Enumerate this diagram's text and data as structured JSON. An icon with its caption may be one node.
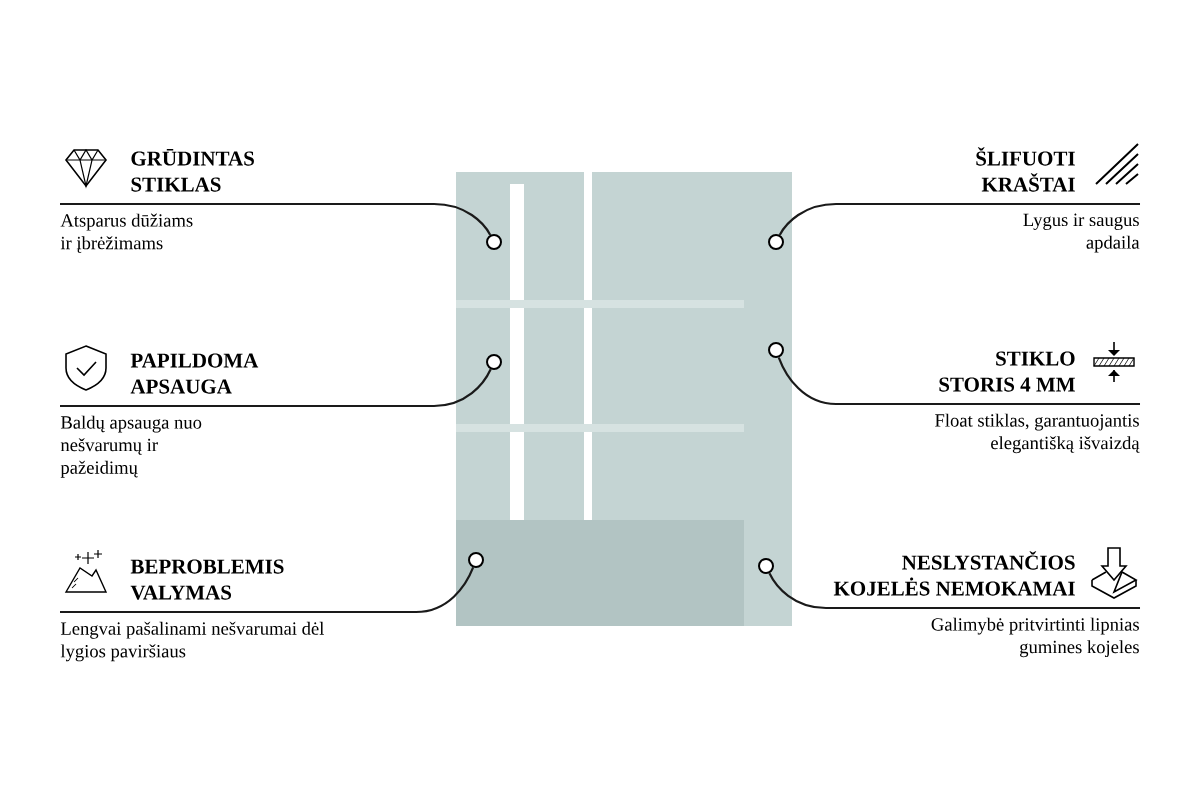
{
  "diagram": {
    "nodes": [
      {
        "text": [],
        "shape": "picture"
      },
      {
        "text": [
          "GRŪDINTAS STIKLAS",
          "Atsparus dūžiams ir įbrėžimams"
        ]
      },
      {
        "text": [
          "PAPILDOMA APSAUGA",
          "Baldų apsauga nuo nešvarumų ir pažeidimų"
        ]
      },
      {
        "text": [
          "BEPROBLEMIS VALYMAS",
          "Lengvai pašalinami nešvarumai dėl lygios paviršiaus"
        ]
      },
      {
        "text": [
          "ŠLIFUOTI KRAŠTAI",
          "Lygus ir saugus apdaila"
        ]
      },
      {
        "text": [
          "STIKLO STORIS 4 MM",
          "Float stiklas, garantuojantis elegantišką išvaizdą"
        ]
      },
      {
        "text": [
          "NESLYSTANČIOS KOJELĖS NEMOKAMAI",
          "Galimybė pritvirtinti lipnias gumines kojeles"
        ]
      },
      {
        "text": [],
        "shape": "circle",
        "in": 0
      },
      {
        "text": [],
        "shape": "circle",
        "in": 0
      },
      {
        "text": [],
        "shape": "circle",
        "in": 0
      },
      {
        "text": [],
        "shape": "circle",
        "in": 0
      },
      {
        "text": [],
        "shape": "circle",
        "in": 0
      },
      {
        "text": [],
        "shape": "circle",
        "in": 0
      }
    ],
    "edges": [
      {
        "from": 1,
        "to": 7,
        "arrow": "none"
      },
      {
        "from": 2,
        "to": 8,
        "arrow": "none"
      },
      {
        "from": 3,
        "to": 9,
        "arrow": "none"
      },
      {
        "from": 4,
        "to": 10,
        "arrow": "none"
      },
      {
        "from": 5,
        "to": 11,
        "arrow": "none"
      },
      {
        "from": 6,
        "to": 12,
        "arrow": "none"
      }
    ]
  }
}
